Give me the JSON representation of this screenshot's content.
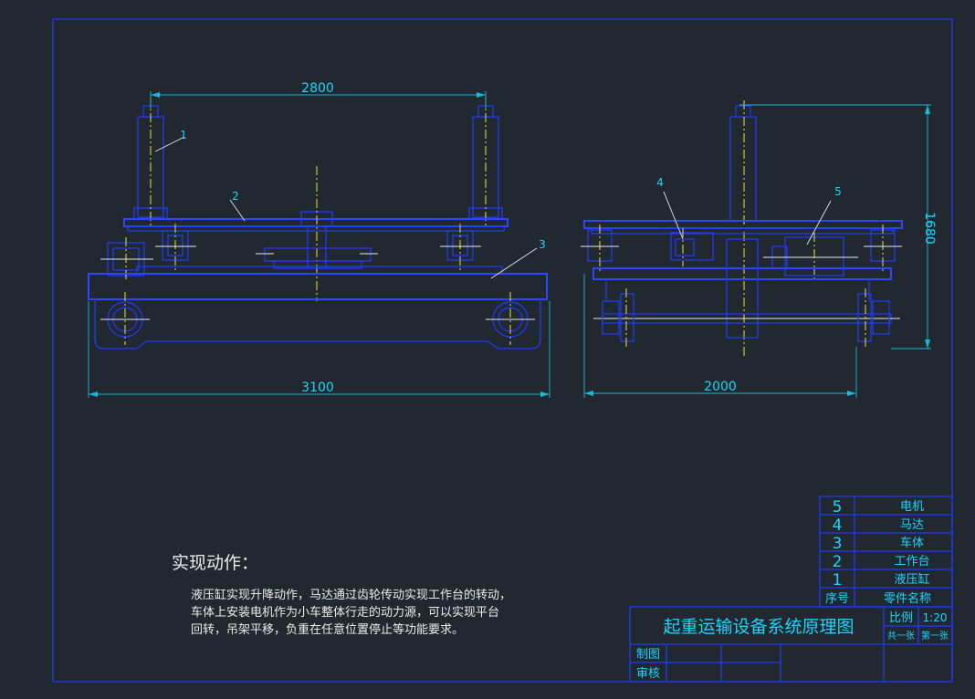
{
  "dimensions": {
    "front_top_width": "2800",
    "front_bottom_width": "3100",
    "side_width": "2000",
    "side_height": "1680"
  },
  "part_labels": [
    "1",
    "2",
    "3",
    "4",
    "5"
  ],
  "parts_list": [
    {
      "no": "5",
      "name": "电机"
    },
    {
      "no": "4",
      "name": "马达"
    },
    {
      "no": "3",
      "name": "车体"
    },
    {
      "no": "2",
      "name": "工作台"
    },
    {
      "no": "1",
      "name": "液压缸"
    }
  ],
  "parts_header": {
    "no": "序号",
    "name": "零件名称"
  },
  "title_block": {
    "title": "起重运输设备系统原理图",
    "scale_label": "比例",
    "scale_value": "1:20",
    "total_sheets": "共一张",
    "sheet_no": "第一张",
    "drawn_by": "制图",
    "checked_by": "审核"
  },
  "notes": {
    "heading": "实现动作：",
    "lines": [
      "液压缸实现升降动作，马达通过齿轮传动实现工作台的转动，",
      "车体上安装电机作为小车整体行走的动力源，可以实现平台",
      "回转，吊架平移，负重在任意位置停止等功能要求。"
    ]
  }
}
